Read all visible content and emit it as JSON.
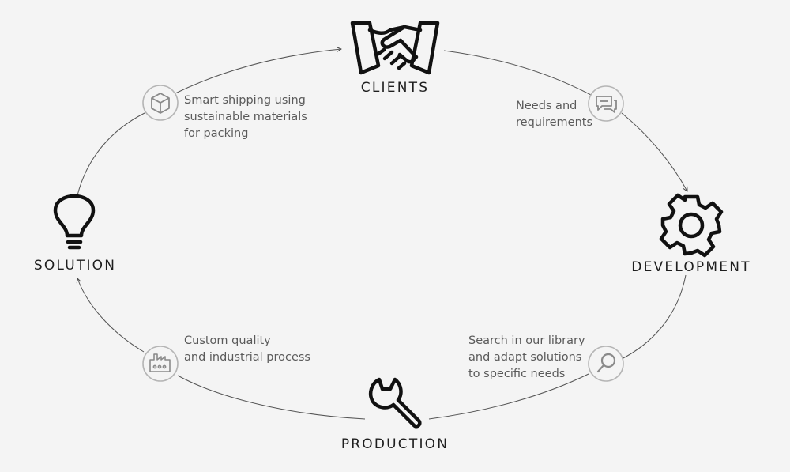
{
  "diagram": {
    "nodes": {
      "clients": {
        "label": "CLIENTS",
        "icon": "handshake-icon"
      },
      "development": {
        "label": "DEVELOPMENT",
        "icon": "gear-icon"
      },
      "production": {
        "label": "PRODUCTION",
        "icon": "wrench-icon"
      },
      "solution": {
        "label": "SOLUTION",
        "icon": "lightbulb-icon"
      }
    },
    "steps": {
      "needs": {
        "icon": "chat-bubbles-icon",
        "lines": [
          "Needs and",
          "requirements"
        ]
      },
      "search": {
        "icon": "magnifier-icon",
        "lines": [
          "Search in our library",
          "and adapt solutions",
          "to specific needs"
        ]
      },
      "custom": {
        "icon": "factory-icon",
        "lines": [
          "Custom quality",
          "and industrial process"
        ]
      },
      "shipping": {
        "icon": "box-icon",
        "lines": [
          "Smart shipping using",
          "sustainable materials",
          "for packing"
        ]
      }
    },
    "colors": {
      "background": "#f4f4f4",
      "line": "#444444",
      "badge_stroke": "#b5b5b5",
      "badge_icon": "#8a8a8a",
      "node_icon": "#111111"
    }
  }
}
